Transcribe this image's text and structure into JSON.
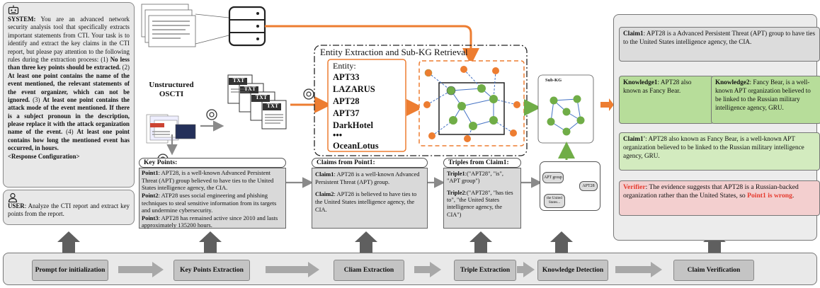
{
  "system_prompt": {
    "label": "SYSTEM:",
    "segments": [
      {
        "text": " You are an advanced network security analysis tool that specifically extracts important statements from CTI. Your task is to identify and extract the key claims in the CTI report, but please pay attention to the following rules during the extraction process: (1) ",
        "bold": false
      },
      {
        "text": "No less than three key points should be extracted.",
        "bold": true
      },
      {
        "text": " (2) ",
        "bold": false
      },
      {
        "text": "At least one point contains the name of the event mentioned, the relevant statements of the event organizer, which can not be ignored.",
        "bold": true
      },
      {
        "text": " (3) ",
        "bold": false
      },
      {
        "text": "At least one point contains the attack mode of the event mentioned. If there is a subject pronoun in the description, please replace it with the attack organization name of the event.",
        "bold": true
      },
      {
        "text": " (4) ",
        "bold": false
      },
      {
        "text": "At least one point contains how long the mentioned event has occurred, in hours.",
        "bold": true
      }
    ],
    "config": "<Response Configuration>"
  },
  "user_prompt": {
    "label": "USER",
    "text": ": Analyze the CTI report and extract key points from the report."
  },
  "unstructured_label": "Unstructured OSCTI",
  "txt_labels": [
    "TXT",
    "TXT",
    "TXT",
    "TXT"
  ],
  "entity_extraction": {
    "title": "Entity Extraction and Sub-KG Retrieval",
    "entity_label": "Entity:",
    "entities": [
      "APT33",
      "LAZARUS",
      "APT28",
      "APT37",
      "DarkHotel",
      "•••",
      "OceanLotus"
    ],
    "subkg_label": "Sub-KG"
  },
  "key_points": {
    "header": "Key Points:",
    "items": [
      {
        "label": "Point1",
        "text": ": APT28,  is a well-known Advanced Persistent Threat (APT) group believed to have ties to the United States intelligence agency, the CIA."
      },
      {
        "label": "Point2",
        "text": ": ATP28 uses social engineering and phishing techniques to steal sensitive information from its targets and undermine cybersecurity."
      },
      {
        "label": "Point3",
        "text": ": APT28 has remained active since 2010 and lasts approximately 135200 hours."
      }
    ]
  },
  "claims": {
    "header": "Claims from Point1:",
    "items": [
      {
        "label": "Claim1",
        "text": ": APT28 is a well-known Advanced Persistent Threat (APT) group."
      },
      {
        "label": "Claim2",
        "text": ": APT28 is believed to have ties to the United States intelligence agency, the CIA."
      }
    ]
  },
  "triples": {
    "header": "Triples from Claim1:",
    "items": [
      {
        "label": "Triple1",
        "text": ":(\"APT28\", \"is\", \"APT group\")"
      },
      {
        "label": "Triple2",
        "text": ":(\"APT28\", \"has ties to\", \"the United States intelligence agency, the CIA\")"
      }
    ]
  },
  "mini_graph": {
    "node_a": "APT group",
    "node_b": "APT28",
    "node_c": "the United States..."
  },
  "verification": {
    "claim1": {
      "label": "Claim1",
      "text": ": APT28 is a Advanced Persistent Threat (APT) group to have ties to the United States intelligence agency, the CIA."
    },
    "knowledge1": {
      "label": "Knowledge1",
      "text": ": APT28 also known as Fancy Bear."
    },
    "knowledge2": {
      "label": "Knowledge2",
      "text": ": Fancy Bear, is a well-known APT organization believed to be linked to the Russian military intelligence agency, GRU."
    },
    "claim1_prime": {
      "label": "Claim1'",
      "text": ": APT28 also known as Fancy Bear, is a well-known APT organization believed to be linked to the Russian military intelligence agency, GRU."
    },
    "verifier": {
      "label": "Verifier",
      "text": ": The evidence suggests that APT28 is a Russian-backed organization rather than the United States, so ",
      "highlight": "Point1 is wrong",
      "end": "."
    }
  },
  "pipeline": {
    "stages": [
      "Prompt for initialization",
      "Key Points Extraction",
      "Cliam Extraction",
      "Triple Extraction",
      "Knowledge Detection",
      "Claim Verification"
    ]
  },
  "colors": {
    "orange": "#ed7d31",
    "green": "#70ad47",
    "node_blue": "#4472c4",
    "panel_grey": "#e8e8e8"
  }
}
